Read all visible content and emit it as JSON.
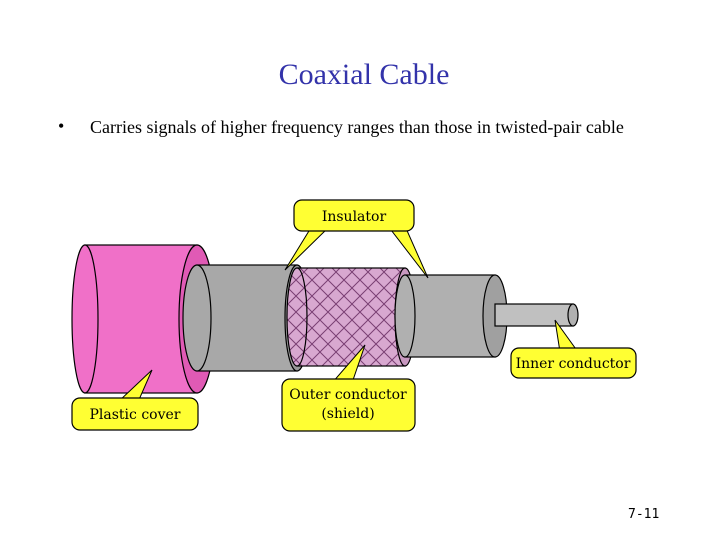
{
  "title": "Coaxial Cable",
  "bullet": {
    "marker": "•",
    "text": "Carries signals of higher frequency ranges than those in twisted-pair cable"
  },
  "labels": {
    "insulator": "Insulator",
    "inner_conductor": "Inner conductor",
    "outer_conductor_line1": "Outer conductor",
    "outer_conductor_line2": "(shield)",
    "plastic_cover": "Plastic cover"
  },
  "page_number": "7-11",
  "colors": {
    "title": "#3333aa",
    "plastic_cover": "#f070c8",
    "shield": "#d8a8d0",
    "conductor_gray": "#a8a8a8",
    "callout_fill": "#ffff33"
  }
}
